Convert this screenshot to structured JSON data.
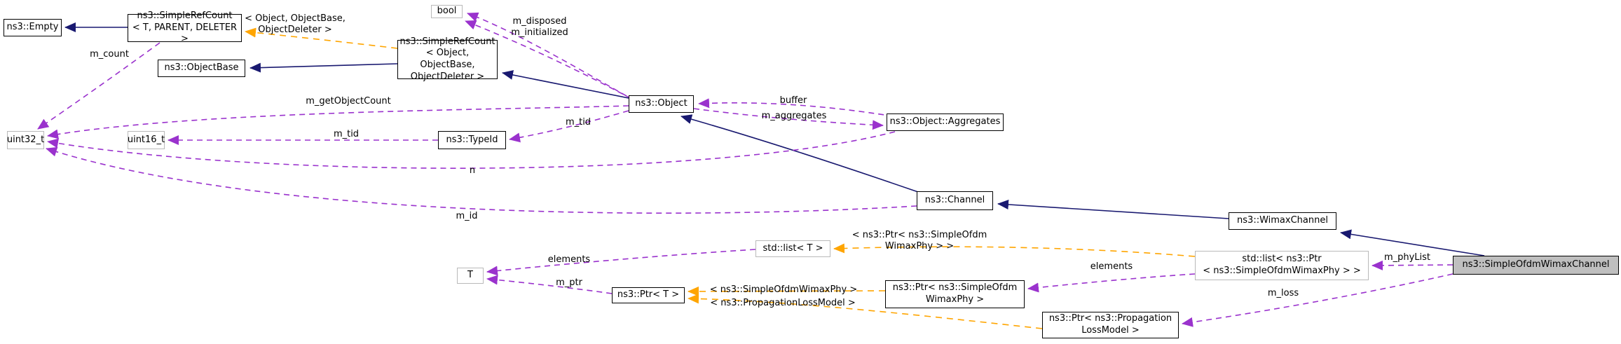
{
  "diagram": {
    "title": "ns3::SimpleOfdmWimaxChannel collaboration graph",
    "colors": {
      "inheritance_edge": "#191970",
      "usage_edge": "#9a32cd",
      "template_edge": "#ffa500",
      "node_fill": "#ffffff",
      "main_node_fill": "#bfbfbf",
      "documented_border": "#000000",
      "undocumented_border": "#b9b9b9"
    },
    "nodes": [
      {
        "id": "empty",
        "label": "ns3::Empty"
      },
      {
        "id": "simplerefcount-template",
        "label": "ns3::SimpleRefCount\n< T, PARENT, DELETER >"
      },
      {
        "id": "objectbase",
        "label": "ns3::ObjectBase"
      },
      {
        "id": "bool",
        "label": "bool"
      },
      {
        "id": "simplerefcount-object",
        "label": "ns3::SimpleRefCount\n< Object, ObjectBase,\nObjectDeleter >"
      },
      {
        "id": "object",
        "label": "ns3::Object"
      },
      {
        "id": "uint32-t",
        "label": "uint32_t"
      },
      {
        "id": "uint16-t",
        "label": "uint16_t"
      },
      {
        "id": "typeid",
        "label": "ns3::TypeId"
      },
      {
        "id": "object-aggregates",
        "label": "ns3::Object::Aggregates"
      },
      {
        "id": "channel",
        "label": "ns3::Channel"
      },
      {
        "id": "wimaxchannel",
        "label": "ns3::WimaxChannel"
      },
      {
        "id": "simpleofdmwimaxchannel",
        "label": "ns3::SimpleOfdmWimaxChannel"
      },
      {
        "id": "stdlist-t",
        "label": "std::list< T >"
      },
      {
        "id": "t",
        "label": "T"
      },
      {
        "id": "ptr-t",
        "label": "ns3::Ptr< T >"
      },
      {
        "id": "stdlist-ptr-phy",
        "label": "std::list< ns3::Ptr\n< ns3::SimpleOfdmWimaxPhy > >"
      },
      {
        "id": "ptr-simpleofdmwimaxphy",
        "label": "ns3::Ptr< ns3::SimpleOfdm\nWimaxPhy >"
      },
      {
        "id": "ptr-propagationlossmodel",
        "label": "ns3::Ptr< ns3::Propagation\nLossModel >"
      }
    ],
    "edge_labels": [
      {
        "id": "template-args-object",
        "label": "< Object, ObjectBase,\nObjectDeleter >"
      },
      {
        "id": "disposed-initialized",
        "label": "m_disposed\nm_initialized"
      },
      {
        "id": "count",
        "label": "m_count"
      },
      {
        "id": "get-object-count",
        "label": "m_getObjectCount"
      },
      {
        "id": "tid-left",
        "label": "m_tid"
      },
      {
        "id": "tid-right",
        "label": "m_tid"
      },
      {
        "id": "buffer",
        "label": "buffer"
      },
      {
        "id": "aggregates",
        "label": "m_aggregates"
      },
      {
        "id": "n",
        "label": "n"
      },
      {
        "id": "id",
        "label": "m_id"
      },
      {
        "id": "template-args-list",
        "label": "< ns3::Ptr< ns3::SimpleOfdm\nWimaxPhy > >"
      },
      {
        "id": "elements-left",
        "label": "elements"
      },
      {
        "id": "ptr",
        "label": "m_ptr"
      },
      {
        "id": "template-args-phy",
        "label": "< ns3::SimpleOfdmWimaxPhy >"
      },
      {
        "id": "template-args-loss",
        "label": "< ns3::PropagationLossModel >"
      },
      {
        "id": "elements-right",
        "label": "elements"
      },
      {
        "id": "phy-list",
        "label": "m_phyList"
      },
      {
        "id": "loss",
        "label": "m_loss"
      }
    ]
  }
}
